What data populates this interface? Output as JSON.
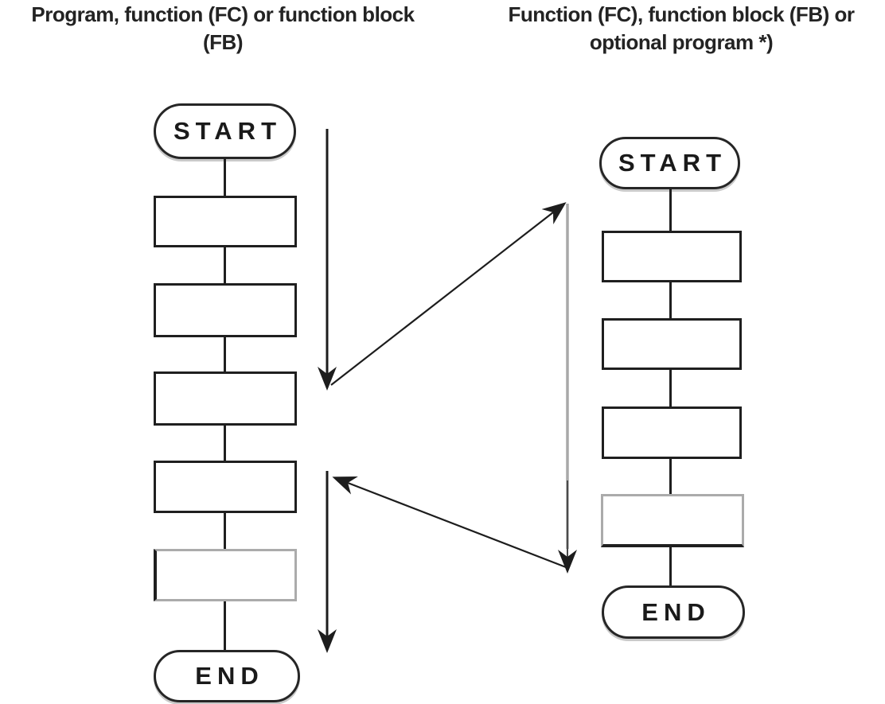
{
  "left_column": {
    "header_line1": "Program, function (FC) or function block",
    "header_line2": "(FB)",
    "start_label": "START",
    "end_label": "END",
    "box_count": 5
  },
  "right_column": {
    "header_line1": "Function (FC), function block (FB) or",
    "header_line2": "optional program *)",
    "start_label": "START",
    "end_label": "END",
    "box_count": 4
  },
  "colors": {
    "line_black": "#1d1d1d",
    "line_gray": "#a8a8a8",
    "line_gray_dark": "#4a4a4a",
    "optional_box_border": "#ababab",
    "background": "#ffffff"
  }
}
